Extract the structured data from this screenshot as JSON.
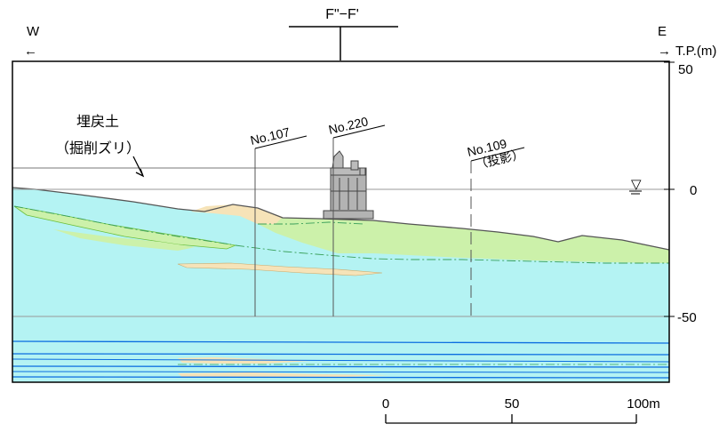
{
  "section": {
    "title": "F\"−F'",
    "west_label": "W",
    "west_arrow": "←",
    "east_label": "E",
    "east_arrow": "→",
    "elev_unit": "T.P.(m)"
  },
  "elevation_ticks": [
    {
      "label": "50"
    },
    {
      "label": "0"
    },
    {
      "label": "-50"
    }
  ],
  "annotation": {
    "line1": "埋戻土",
    "line2": "（掘削ズリ）"
  },
  "boreholes": [
    {
      "label": "No.107"
    },
    {
      "label": "No.220"
    },
    {
      "label": "No.109",
      "sub_label": "（投影）"
    }
  ],
  "water_level_symbol": "▽",
  "scale_bar": {
    "ticks": [
      "0",
      "50",
      "100m"
    ]
  },
  "colors": {
    "sea_blue": "#b4f3f3",
    "fill_green": "#ccf1aa",
    "fill_sand": "#f6e3b8",
    "layer_line": "#0b6de0",
    "outline": "#555555",
    "structure": "#aaaaaa"
  }
}
